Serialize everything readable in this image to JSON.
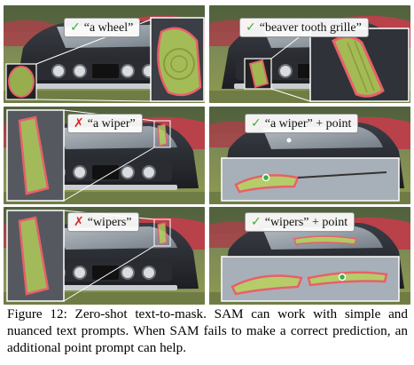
{
  "figure": {
    "caption": "Figure 12: Zero-shot text-to-mask.  SAM can work with simple and nuanced text prompts. When SAM fails to make a correct prediction, an additional point prompt can help.",
    "colors": {
      "success": "#3cae38",
      "failure": "#d62424",
      "mask_fill": "#b7d25a",
      "mask_outline": "#e8606a"
    },
    "panels": [
      {
        "prompt": "“a wheel”",
        "result_icon": "check-icon",
        "mark": "✓"
      },
      {
        "prompt": "“beaver tooth grille”",
        "result_icon": "check-icon",
        "mark": "✓"
      },
      {
        "prompt": "“a wiper”",
        "result_icon": "cross-icon",
        "mark": "✗"
      },
      {
        "prompt": "“a wiper” + point",
        "result_icon": "check-icon",
        "mark": "✓"
      },
      {
        "prompt": "“wipers”",
        "result_icon": "cross-icon",
        "mark": "✗"
      },
      {
        "prompt": "“wipers” + point",
        "result_icon": "check-icon",
        "mark": "✓"
      }
    ]
  }
}
